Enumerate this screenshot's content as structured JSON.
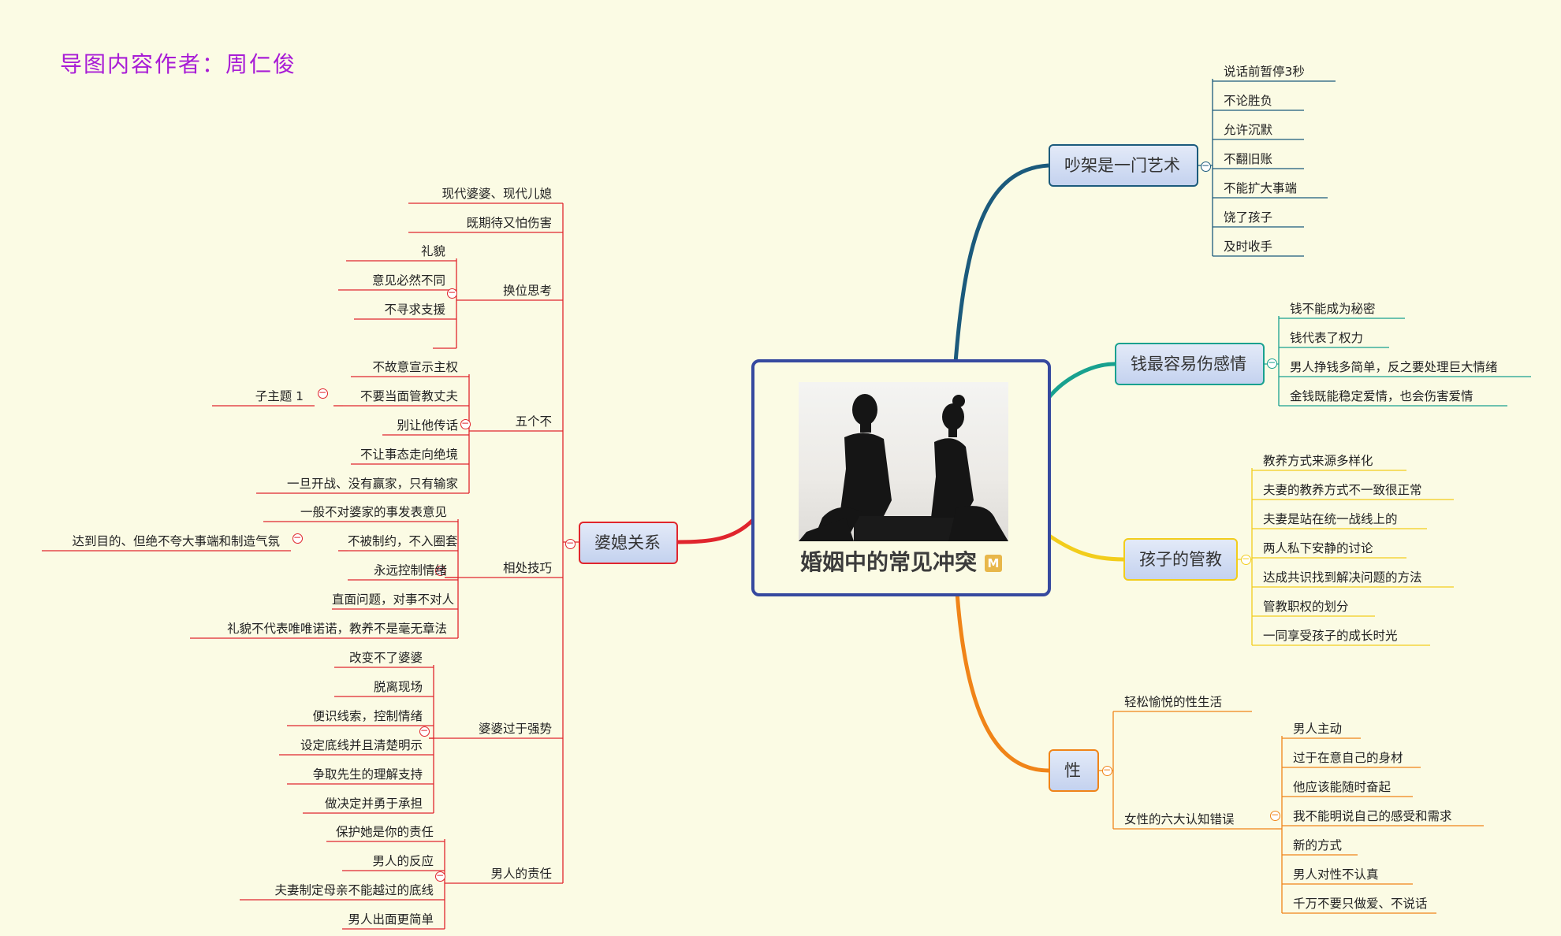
{
  "author": "导图内容作者：周仁俊",
  "center": {
    "title": "婚姻中的常见冲突",
    "icon": "mindmap-icon",
    "mark": "M",
    "image": "couple-silhouette-photo"
  },
  "colors": {
    "topic1": "#1b5a7c",
    "topic2": "#18a18f",
    "topic3": "#f2cd1c",
    "topic4": "#f08418",
    "topic5": "#e0252d",
    "author": "#a81cd6",
    "central_border": "#36499f"
  },
  "topics": {
    "t1": {
      "label": "吵架是一门艺术",
      "items": [
        "说话前暂停3秒",
        "不论胜负",
        "允许沉默",
        "不翻旧账",
        "不能扩大事端",
        "饶了孩子",
        "及时收手"
      ]
    },
    "t2": {
      "label": "钱最容易伤感情",
      "items": [
        "钱不能成为秘密",
        "钱代表了权力",
        "男人挣钱多简单，反之要处理巨大情绪",
        "金钱既能稳定爱情，也会伤害爱情"
      ]
    },
    "t3": {
      "label": "孩子的管教",
      "items": [
        "教养方式来源多样化",
        "夫妻的教养方式不一致很正常",
        "夫妻是站在统一战线上的",
        "两人私下安静的讨论",
        "达成共识找到解决问题的方法",
        "管教职权的划分",
        "一同享受孩子的成长时光"
      ]
    },
    "t4": {
      "label": "性",
      "a": "轻松愉悦的性生活",
      "b": {
        "label": "女性的六大认知错误",
        "items": [
          "男人主动",
          "过于在意自己的身材",
          "他应该能随时奋起",
          "我不能明说自己的感受和需求",
          "新的方式",
          "男人对性不认真",
          "千万不要只做爱、不说话"
        ]
      }
    },
    "t5": {
      "label": "婆媳关系",
      "a": "现代婆婆、现代儿媳",
      "b": "既期待又怕伤害",
      "c": {
        "label": "换位思考",
        "items": [
          "礼貌",
          "意见必然不同",
          "不寻求支援",
          ""
        ]
      },
      "d": {
        "label": "五个不",
        "items": [
          "不故意宣示主权",
          "不要当面管教丈夫",
          "别让他传话",
          "不让事态走向绝境",
          "一旦开战、没有赢家，只有输家"
        ],
        "sub": "子主题 1"
      },
      "e": {
        "label": "相处技巧",
        "items": [
          "一般不对婆家的事发表意见",
          "不被制约，不入圈套",
          "永远控制情绪",
          "直面问题，对事不对人",
          "礼貌不代表唯唯诺诺，教养不是毫无章法"
        ],
        "sub": "达到目的、但绝不夸大事端和制造气氛"
      },
      "f": {
        "label": "婆婆过于强势",
        "items": [
          "改变不了婆婆",
          "脱离现场",
          "便识线索，控制情绪",
          "设定底线并且清楚明示",
          "争取先生的理解支持",
          "做决定并勇于承担"
        ]
      },
      "g": {
        "label": "男人的责任",
        "items": [
          "保护她是你的责任",
          "男人的反应",
          "夫妻制定母亲不能越过的底线",
          "男人出面更简单"
        ]
      }
    }
  }
}
